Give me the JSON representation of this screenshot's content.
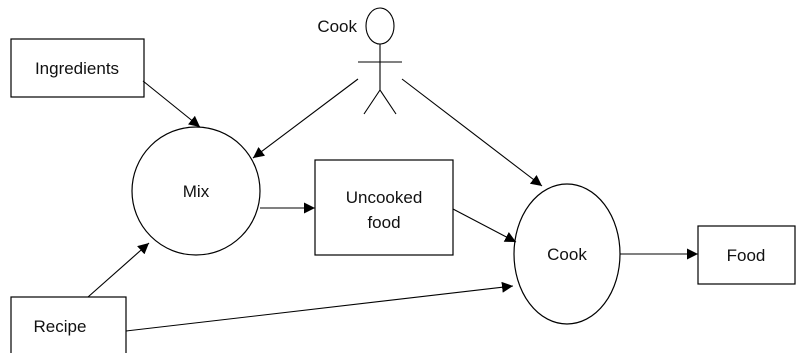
{
  "diagram": {
    "actor": {
      "label": "Cook"
    },
    "nodes": {
      "ingredients": "Ingredients",
      "recipe": "Recipe",
      "mix": "Mix",
      "uncooked_line1": "Uncooked",
      "uncooked_line2": "food",
      "cook": "Cook",
      "food": "Food"
    },
    "edges": [
      {
        "from": "Ingredients",
        "to": "Mix"
      },
      {
        "from": "Cook actor",
        "to": "Mix"
      },
      {
        "from": "Cook actor",
        "to": "Cook"
      },
      {
        "from": "Recipe",
        "to": "Mix"
      },
      {
        "from": "Recipe",
        "to": "Cook"
      },
      {
        "from": "Mix",
        "to": "Uncooked food"
      },
      {
        "from": "Uncooked food",
        "to": "Cook"
      },
      {
        "from": "Cook",
        "to": "Food"
      }
    ]
  }
}
